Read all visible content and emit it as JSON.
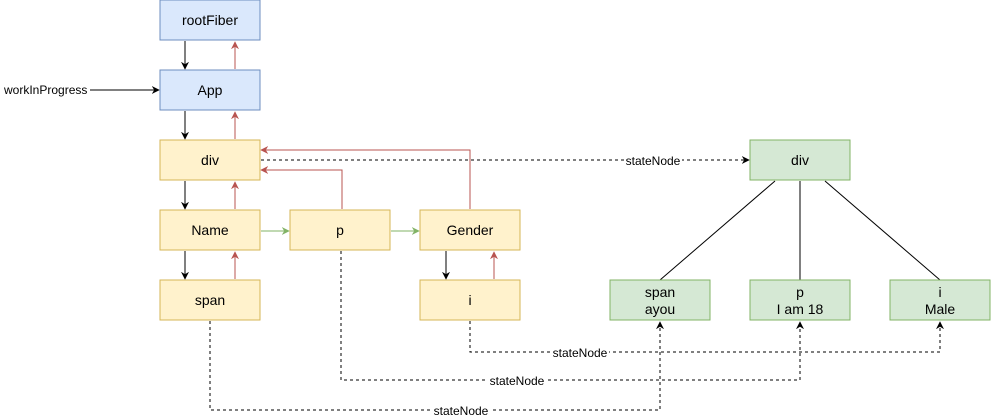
{
  "nodes": {
    "rootFiber": {
      "label": "rootFiber"
    },
    "app": {
      "label": "App"
    },
    "div": {
      "label": "div"
    },
    "name": {
      "label": "Name"
    },
    "p": {
      "label": "p"
    },
    "gender": {
      "label": "Gender"
    },
    "span": {
      "label": "span"
    },
    "i": {
      "label": "i"
    },
    "dom_div": {
      "label": "div"
    },
    "dom_span": {
      "line1": "span",
      "line2": "ayou"
    },
    "dom_p": {
      "line1": "p",
      "line2": "I am 18"
    },
    "dom_i": {
      "line1": "i",
      "line2": "Male"
    }
  },
  "labels": {
    "work_in_progress": "workInProgress",
    "state_node_div": "stateNode",
    "state_node_i": "stateNode",
    "state_node_p": "stateNode",
    "state_node_span": "stateNode"
  },
  "colors": {
    "blue_fill": "#dae8fc",
    "blue_stroke": "#6c8ebf",
    "yellow_fill": "#fff2cc",
    "yellow_stroke": "#d6b656",
    "green_fill": "#d5e8d4",
    "green_stroke": "#82b366",
    "return_arrow": "#b85450",
    "sibling_arrow": "#82b366",
    "child_arrow": "#000000"
  }
}
